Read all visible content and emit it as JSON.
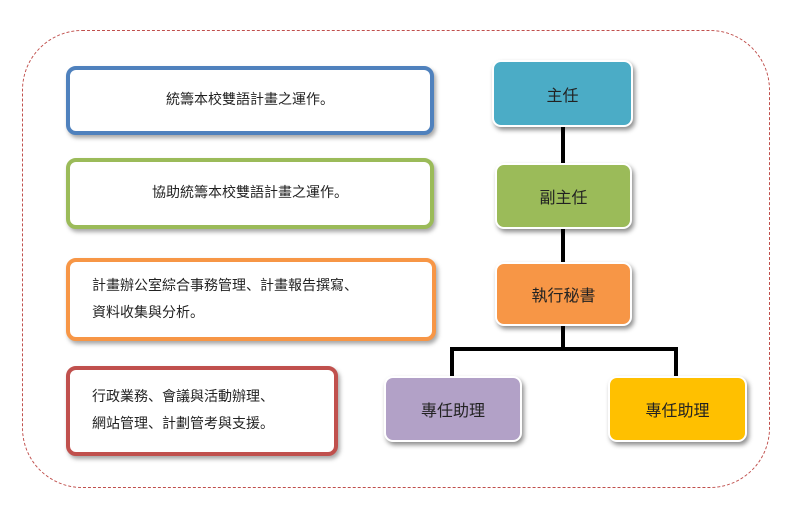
{
  "org_chart": {
    "nodes": {
      "director": {
        "label": "主任",
        "color": "#4bacc6"
      },
      "deputy": {
        "label": "副主任",
        "color": "#9bbb59"
      },
      "secretary": {
        "label": "執行秘書",
        "color": "#f79646"
      },
      "assistant_1": {
        "label": "專任助理",
        "color": "#b2a1c7"
      },
      "assistant_2": {
        "label": "專任助理",
        "color": "#ffc000"
      }
    },
    "descriptions": [
      {
        "lines": [
          "統籌本校雙語計畫之運作。"
        ],
        "border_color": "#4f81bd"
      },
      {
        "lines": [
          "協助統籌本校雙語計畫之運作。"
        ],
        "border_color": "#9bbb59"
      },
      {
        "lines": [
          "計畫辦公室綜合事務管理、計畫報告撰寫、",
          "資料收集與分析。"
        ],
        "border_color": "#f79646"
      },
      {
        "lines": [
          "行政業務、會議與活動辦理、",
          "網站管理、計劃管考與支援。"
        ],
        "border_color": "#c0504d"
      }
    ],
    "frame_color": "#c0504d"
  }
}
